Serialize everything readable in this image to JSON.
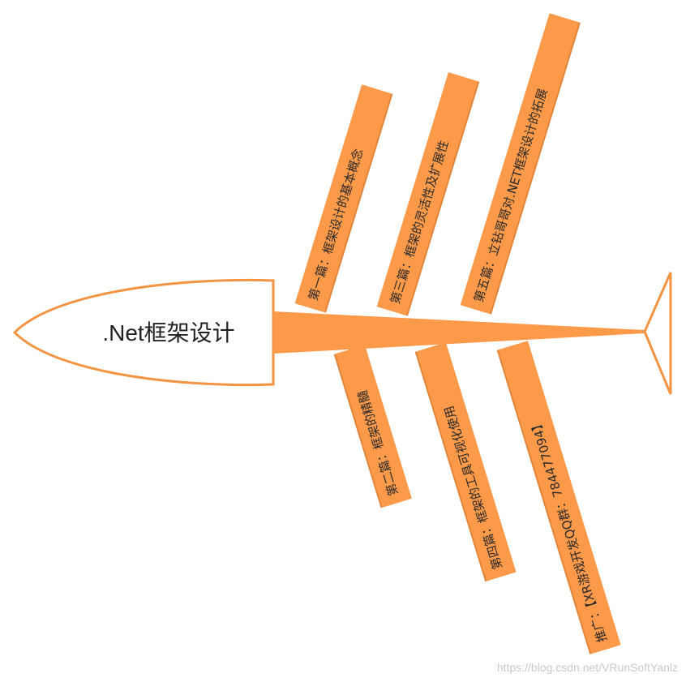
{
  "diagram": {
    "head": {
      "label": ".Net框架设计"
    },
    "bones_top": [
      {
        "label": "第一篇：框架设计的基本概念"
      },
      {
        "label": "第三篇：框架的灵活性及扩展性"
      },
      {
        "label": "第五篇：立钻哥哥对.NET框架设计的拓展"
      }
    ],
    "bones_bottom": [
      {
        "label": "第二篇：框架的精髓"
      },
      {
        "label": "第四篇：框架的工具可视化使用"
      },
      {
        "label": "推广：【XR游戏开发QQ群：784477094】"
      }
    ]
  },
  "watermark": "https://blog.csdn.net/VRunSoftYanlz",
  "colors": {
    "bone_fill": "#FD9A4A",
    "bone_shadow": "#E2853A",
    "outline": "#F39443",
    "head_fill": "#FFFFFF",
    "text": "#2A2A2A"
  }
}
